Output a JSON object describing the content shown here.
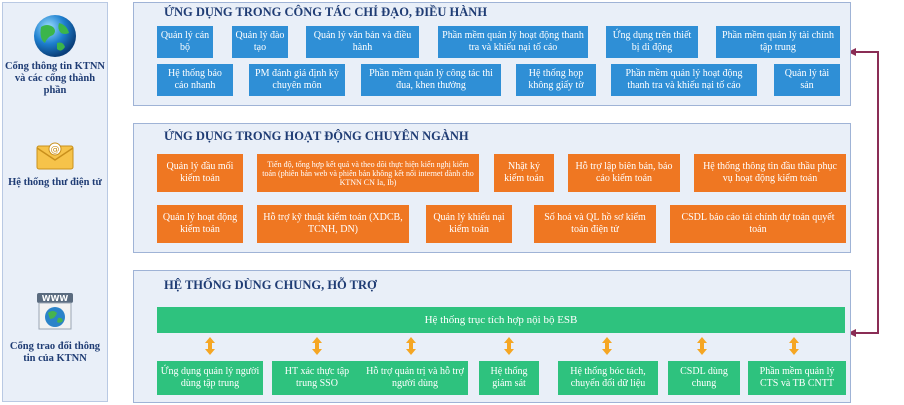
{
  "colors": {
    "section_bg": "#e9eff8",
    "blue": "#2f8fd6",
    "orange": "#ef7722",
    "green": "#2ec27e",
    "title": "#1f3c74",
    "arrow": "#f5a623",
    "connector": "#8a2d55"
  },
  "left": {
    "portal_label": "Cổng thông tin KTNN và các cổng thành phần",
    "mail_label": "Hệ thống thư điện tử",
    "exchange_label": "Cổng trao đổi thông tin của KTNN",
    "www_text": "WWW"
  },
  "direction": {
    "title": "ỨNG DỤNG TRONG CÔNG TÁC CHỈ ĐẠO, ĐIỀU HÀNH",
    "row1": [
      "Quản lý cán bộ",
      "Quản lý đào tạo",
      "Quản lý văn bản và điều hành",
      "Phần mềm quản lý hoạt động thanh tra và khiếu nại tố cáo",
      "Ứng dụng trên thiết bị di động",
      "Phần mềm quản lý tài chính tập trung"
    ],
    "row2": [
      "Hệ thống báo cáo nhanh",
      "PM đánh giá định kỳ chuyên môn",
      "Phần mềm quản lý công tác thi đua, khen thưởng",
      "Hệ thống họp không giấy tờ",
      "Phần mềm quản lý hoạt động thanh tra và khiếu nại tố cáo",
      "Quản lý tài sản"
    ]
  },
  "professional": {
    "title": "ỨNG DỤNG TRONG HOẠT ĐỘNG CHUYÊN NGÀNH",
    "row1": [
      "Quản lý đầu mối kiểm toán",
      "Tiến độ, tổng hợp kết quả và theo dõi thực hiện kiến nghị kiểm toán (phiên bản web và phiên bản không kết nối internet dành cho KTNN CN Ia, Ib)",
      "Nhật ký kiểm toán",
      "Hỗ trợ lập biên bản, báo cáo kiểm toán",
      "Hệ thống thông tin đầu thầu phục vụ hoạt động kiểm toán"
    ],
    "row2": [
      "Quản lý hoạt động kiểm toán",
      "Hỗ trợ kỹ thuật kiểm toán (XDCB, TCNH, DN)",
      "Quản lý khiếu nại kiểm toán",
      "Số hoá và QL hồ sơ kiểm toán điện tử",
      "CSDL báo cáo tài chính dự toán quyết toán"
    ]
  },
  "shared": {
    "title": "HỆ THỐNG DÙNG CHUNG, HỖ TRỢ",
    "esb": "Hệ thống trục tích hợp nội bộ ESB",
    "items": [
      "Ứng dụng quản lý người dùng tập trung",
      "HT xác thực tập trung SSO",
      "Hỗ trợ quản trị và hỗ trợ người dùng",
      "Hệ thống giám sát",
      "Hệ thống bóc tách, chuyển đổi dữ liệu",
      "CSDL dùng chung",
      "Phần mềm quản lý CTS và TB CNTT"
    ]
  }
}
